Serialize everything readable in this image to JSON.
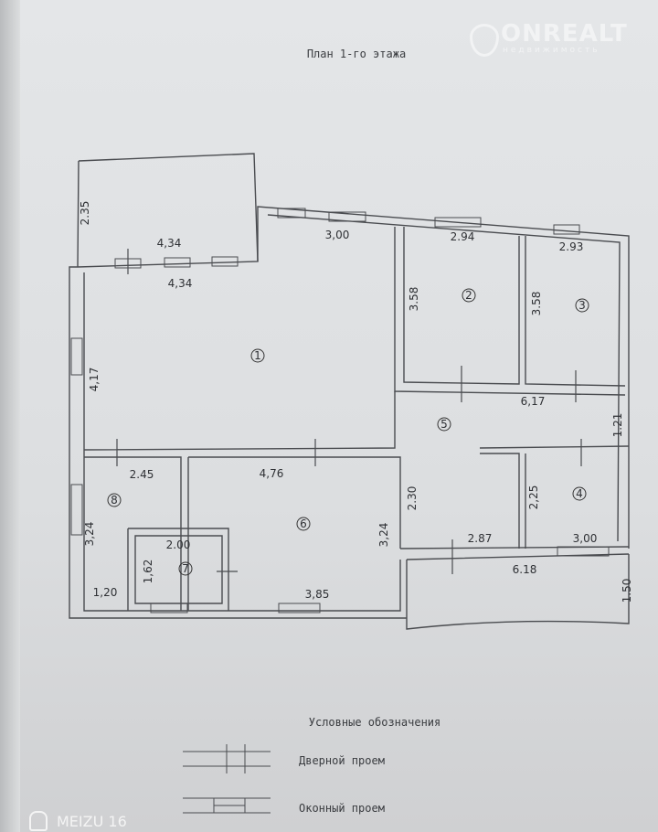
{
  "title": "План 1-го этажа",
  "watermark": {
    "brand": "ONREALT",
    "tagline": "недвижимость"
  },
  "camera_watermark": "MEIZU 16",
  "rooms": [
    {
      "number": "1"
    },
    {
      "number": "2"
    },
    {
      "number": "3"
    },
    {
      "number": "4"
    },
    {
      "number": "5"
    },
    {
      "number": "6"
    },
    {
      "number": "7"
    },
    {
      "number": "8"
    }
  ],
  "dimensions": {
    "porch_height": "2.35",
    "porch_width": "4,34",
    "room1_width": "4,34",
    "room1_top": "3,00",
    "room1_height": "4,17",
    "room2_width": "2.94",
    "room2_height": "3.58",
    "room3_width": "2.93",
    "room3_height": "3.58",
    "room5_width": "6,17",
    "room5_right": "1.21",
    "room5_height": "2.30",
    "room5_bottom": "2.87",
    "room4_height": "2,25",
    "room4_width": "3,00",
    "terrace_width": "6.18",
    "terrace_height": "1.50",
    "room8_width": "2.45",
    "room8_height": "3,24",
    "room8_bottom": "1,20",
    "room6_width": "4,76",
    "room6_height": "3,24",
    "room6_bottom": "3,85",
    "room7_width": "2.00",
    "room7_height": "1,62"
  },
  "legend": {
    "title": "Условные обозначения",
    "items": [
      {
        "label": "Дверной проем",
        "symbol": "door"
      },
      {
        "label": "Оконный проем",
        "symbol": "window"
      }
    ]
  }
}
